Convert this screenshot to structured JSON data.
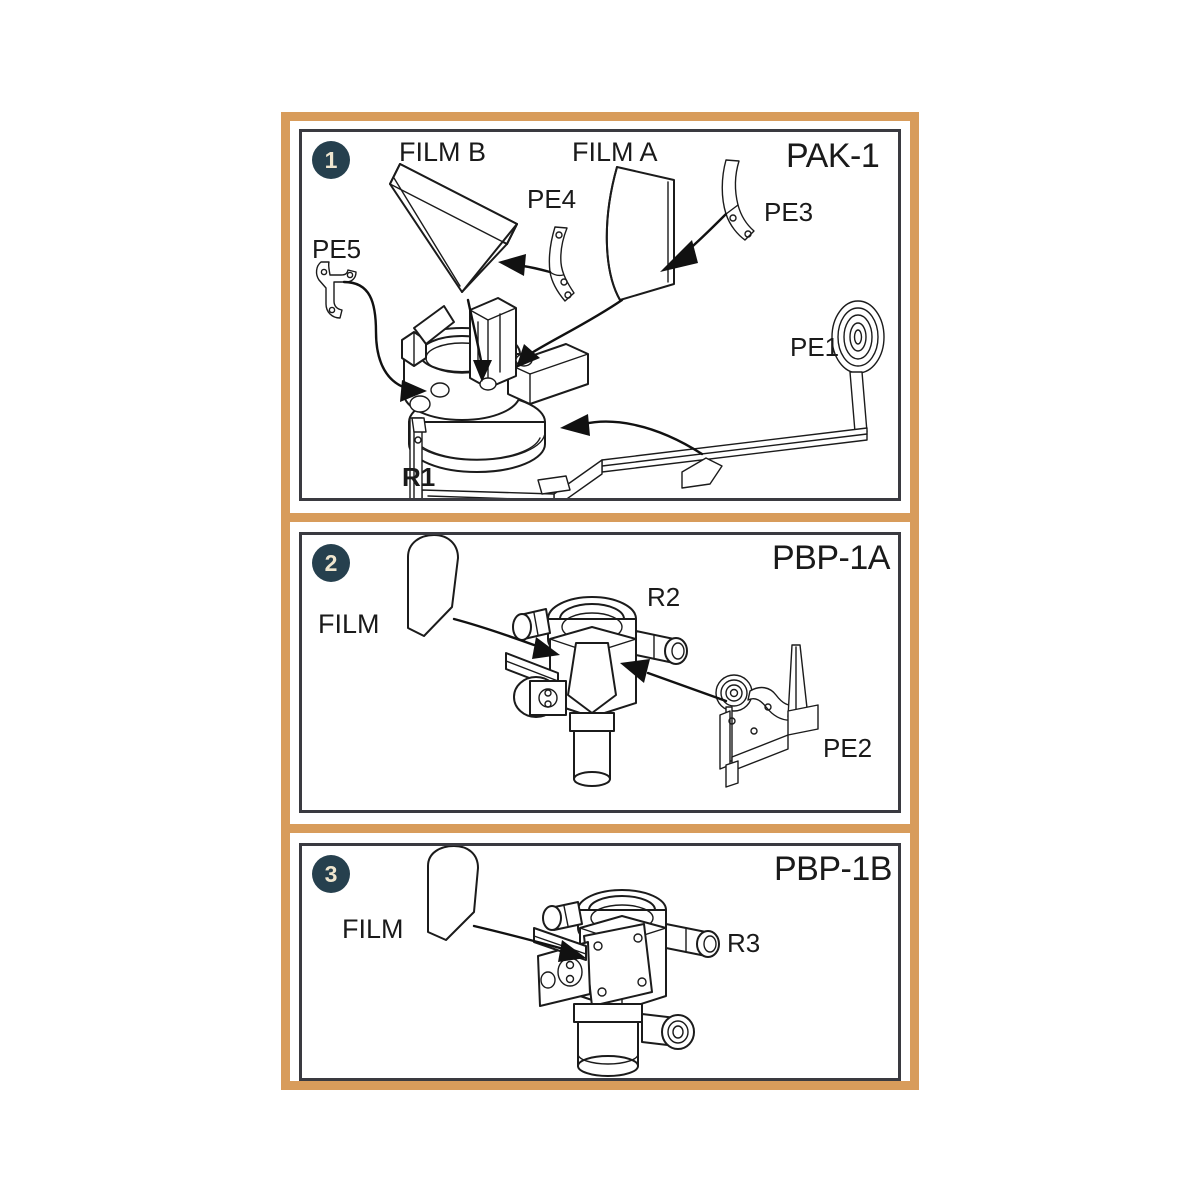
{
  "document": {
    "type": "scale-model assembly instruction sheet",
    "background_color": "#ffffff",
    "frame_color": "#d89c5b",
    "panel_border_color": "#3a3a40",
    "badge_color": "#26404e",
    "badge_text_color": "#efe6cf",
    "line_color": "#1b1b1b"
  },
  "panels": [
    {
      "step_number": "1",
      "kit_code": "PAK-1",
      "labels": [
        {
          "text": "FILM B",
          "style": "film"
        },
        {
          "text": "FILM A",
          "style": "film"
        },
        {
          "text": "PE4",
          "style": "part"
        },
        {
          "text": "PE3",
          "style": "part"
        },
        {
          "text": "PE5",
          "style": "part"
        },
        {
          "text": "PE1",
          "style": "part"
        },
        {
          "text": "R1",
          "style": "part-bold"
        }
      ]
    },
    {
      "step_number": "2",
      "kit_code": "PBP-1A",
      "labels": [
        {
          "text": "FILM",
          "style": "film"
        },
        {
          "text": "R2",
          "style": "part"
        },
        {
          "text": "PE2",
          "style": "part"
        }
      ]
    },
    {
      "step_number": "3",
      "kit_code": "PBP-1B",
      "labels": [
        {
          "text": "FILM",
          "style": "film"
        },
        {
          "text": "R3",
          "style": "part"
        }
      ]
    }
  ]
}
